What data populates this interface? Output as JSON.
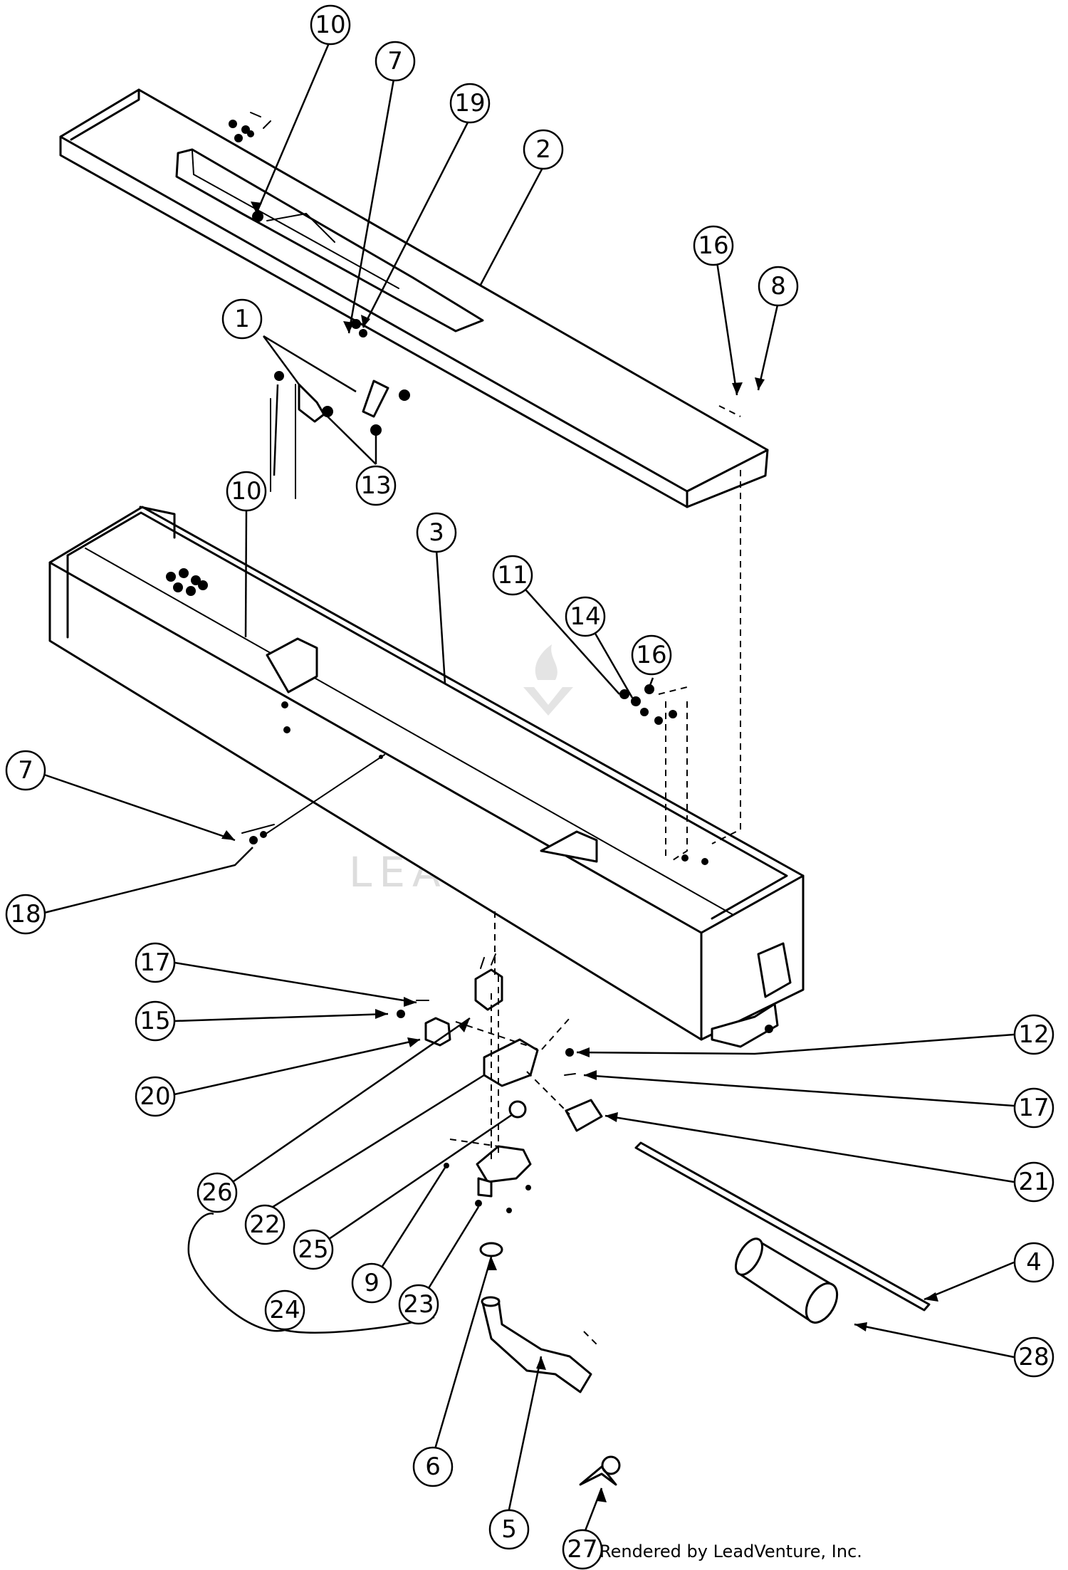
{
  "callouts": [
    {
      "id": "c10a",
      "label": "10"
    },
    {
      "id": "c7a",
      "label": "7"
    },
    {
      "id": "c19",
      "label": "19"
    },
    {
      "id": "c2",
      "label": "2"
    },
    {
      "id": "c16a",
      "label": "16"
    },
    {
      "id": "c8",
      "label": "8"
    },
    {
      "id": "c1",
      "label": "1"
    },
    {
      "id": "c13",
      "label": "13"
    },
    {
      "id": "c10b",
      "label": "10"
    },
    {
      "id": "c3",
      "label": "3"
    },
    {
      "id": "c11",
      "label": "11"
    },
    {
      "id": "c14",
      "label": "14"
    },
    {
      "id": "c16b",
      "label": "16"
    },
    {
      "id": "c7b",
      "label": "7"
    },
    {
      "id": "c18",
      "label": "18"
    },
    {
      "id": "c17a",
      "label": "17"
    },
    {
      "id": "c15",
      "label": "15"
    },
    {
      "id": "c20",
      "label": "20"
    },
    {
      "id": "c12",
      "label": "12"
    },
    {
      "id": "c17b",
      "label": "17"
    },
    {
      "id": "c21",
      "label": "21"
    },
    {
      "id": "c26",
      "label": "26"
    },
    {
      "id": "c22",
      "label": "22"
    },
    {
      "id": "c25",
      "label": "25"
    },
    {
      "id": "c9",
      "label": "9"
    },
    {
      "id": "c23",
      "label": "23"
    },
    {
      "id": "c24",
      "label": "24"
    },
    {
      "id": "c4",
      "label": "4"
    },
    {
      "id": "c28",
      "label": "28"
    },
    {
      "id": "c6",
      "label": "6"
    },
    {
      "id": "c5",
      "label": "5"
    },
    {
      "id": "c27",
      "label": "27"
    }
  ],
  "watermark": "LEADVENTURE",
  "credit": "Rendered by LeadVenture, Inc."
}
